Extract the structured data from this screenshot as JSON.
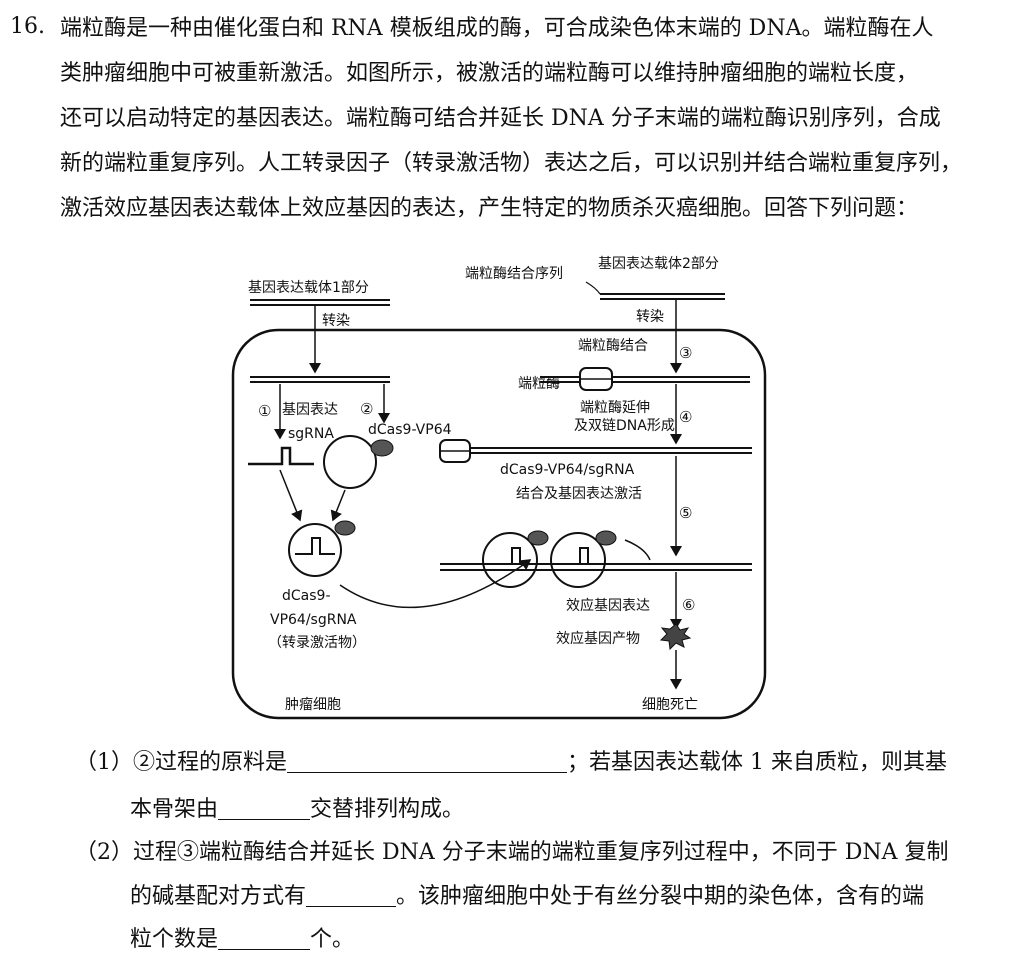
{
  "question": {
    "number": "16.",
    "lines": [
      "端粒酶是一种由催化蛋白和 RNA 模板组成的酶，可合成染色体末端的 DNA。端粒酶在人",
      "类肿瘤细胞中可被重新激活。如图所示，被激活的端粒酶可以维持肿瘤细胞的端粒长度，",
      "还可以启动特定的基因表达。端粒酶可结合并延长 DNA 分子末端的端粒酶识别序列，合成",
      "新的端粒重复序列。人工转录因子（转录激活物）表达之后，可以识别并结合端粒重复序列，",
      "激活效应基因表达载体上效应基因的表达，产生特定的物质杀灭癌细胞。回答下列问题："
    ]
  },
  "diagram": {
    "vector1": "基因表达载体1部分",
    "transfect": "转染",
    "circ1": "①",
    "gene_expr": "基因表达",
    "circ2": "②",
    "sgrna": "sgRNA",
    "dcas9_vp64": "dCas9-VP64",
    "activator_l1": "dCas9-",
    "activator_l2": "VP64/sgRNA",
    "activator_l3": "（转录激活物）",
    "tumor_cell": "肿瘤细胞",
    "telo_bind_seq": "端粒酶结合序列",
    "vector2": "基因表达载体2部分",
    "telo_bind": "端粒酶结合",
    "circ3": "③",
    "telomerase": "端粒酶",
    "telo_ext_l1": "端粒酶延伸",
    "telo_ext_l2": "及双链DNA形成",
    "circ4": "④",
    "complex_label": "dCas9-VP64/sgRNA",
    "bind_activate": "结合及基因表达激活",
    "circ5": "⑤",
    "effector_expr": "效应基因表达",
    "circ6": "⑥",
    "effector_product": "效应基因产物",
    "cell_death": "细胞死亡"
  },
  "sub_questions": {
    "q1_a": "（1）②过程的原料是",
    "q1_b": "；若基因表达载体 1 来自质粒，则其基",
    "q1_c": "本骨架由",
    "q1_d": "交替排列构成。",
    "q2_a": "（2）过程③端粒酶结合并延长 DNA 分子末端的端粒重复序列过程中，不同于 DNA 复制",
    "q2_b": "的碱基配对方式有",
    "q2_c": "。该肿瘤细胞中处于有丝分裂中期的染色体，含有的端",
    "q2_d": "粒个数是",
    "q2_e": "个。"
  }
}
